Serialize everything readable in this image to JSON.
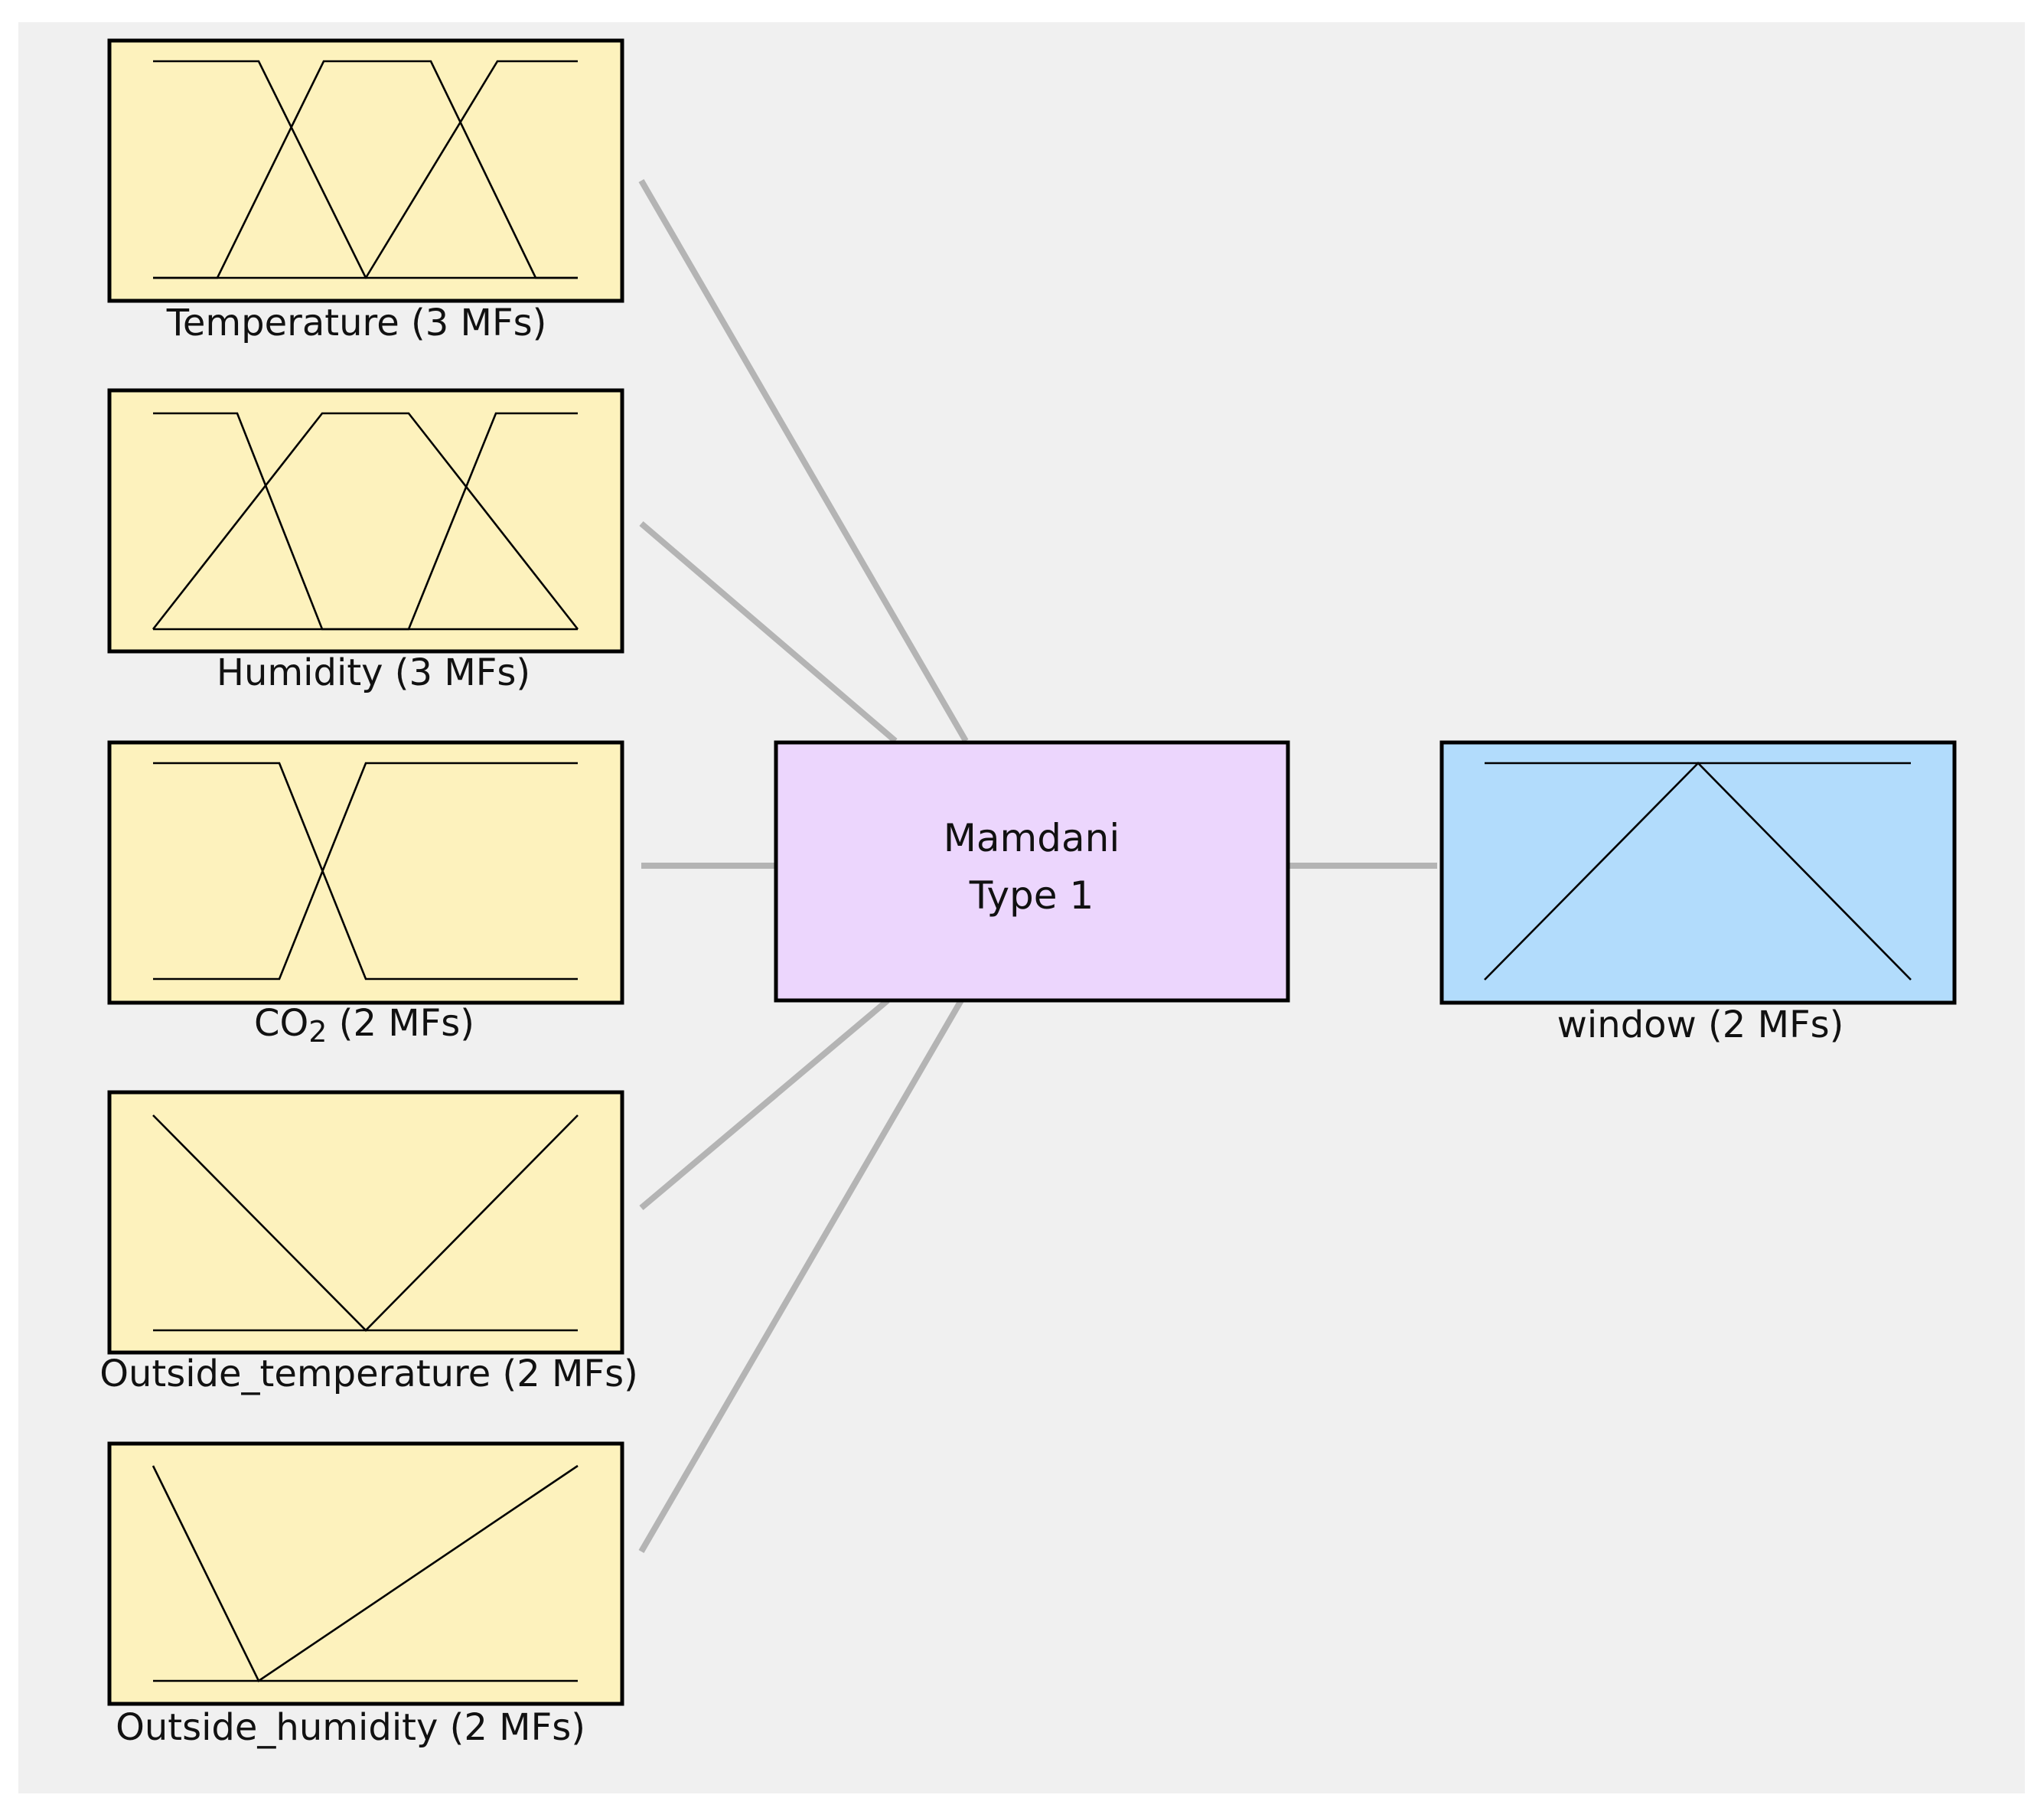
{
  "diagram": {
    "colors": {
      "input_fill": "#fdf2bd",
      "system_fill": "#ecd6fd",
      "output_fill": "#b2dcfc",
      "connector": "#b4b4b4",
      "border": "#000000",
      "background": "#f0f0f0"
    },
    "inputs": [
      {
        "label": "Temperature (3 MFs)"
      },
      {
        "label": "Humidity (3 MFs)"
      },
      {
        "label_main": "CO",
        "label_sub": "2",
        "label_rest": " (2 MFs)"
      },
      {
        "label": "Outside_temperature (2 MFs)"
      },
      {
        "label": "Outside_humidity (2 MFs)"
      }
    ],
    "system": {
      "line1": "Mamdani",
      "line2": "Type 1"
    },
    "output": {
      "label": "window (2 MFs)"
    }
  }
}
